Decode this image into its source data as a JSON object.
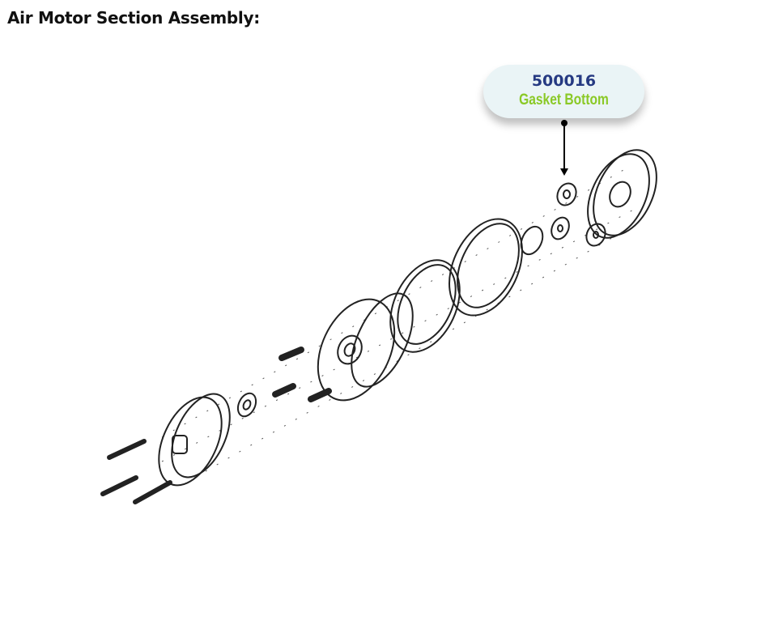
{
  "title": "Air Motor Section Assembly:",
  "callout": {
    "part_number": "500016",
    "description": "Gasket Bottom"
  },
  "colors": {
    "part_number": "#263a82",
    "description": "#8ac926",
    "callout_bg": "#eaf4f6"
  }
}
